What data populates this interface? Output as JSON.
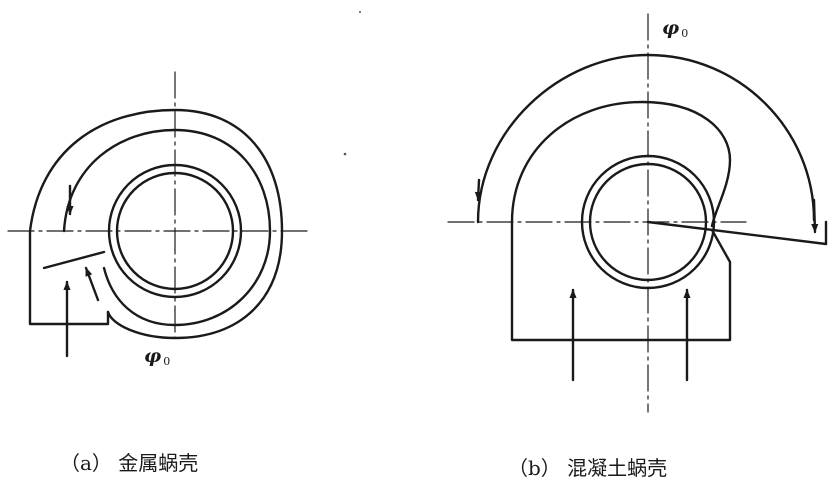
{
  "figure_a": {
    "angle_symbol": "φ",
    "angle_subscript": "0",
    "caption": "（a） 金属蜗壳"
  },
  "figure_b": {
    "angle_symbol": "φ",
    "angle_subscript": "0",
    "caption": "（b） 混凝土蜗壳"
  },
  "colors": {
    "line": "#1a1a1a",
    "background": "#ffffff"
  }
}
